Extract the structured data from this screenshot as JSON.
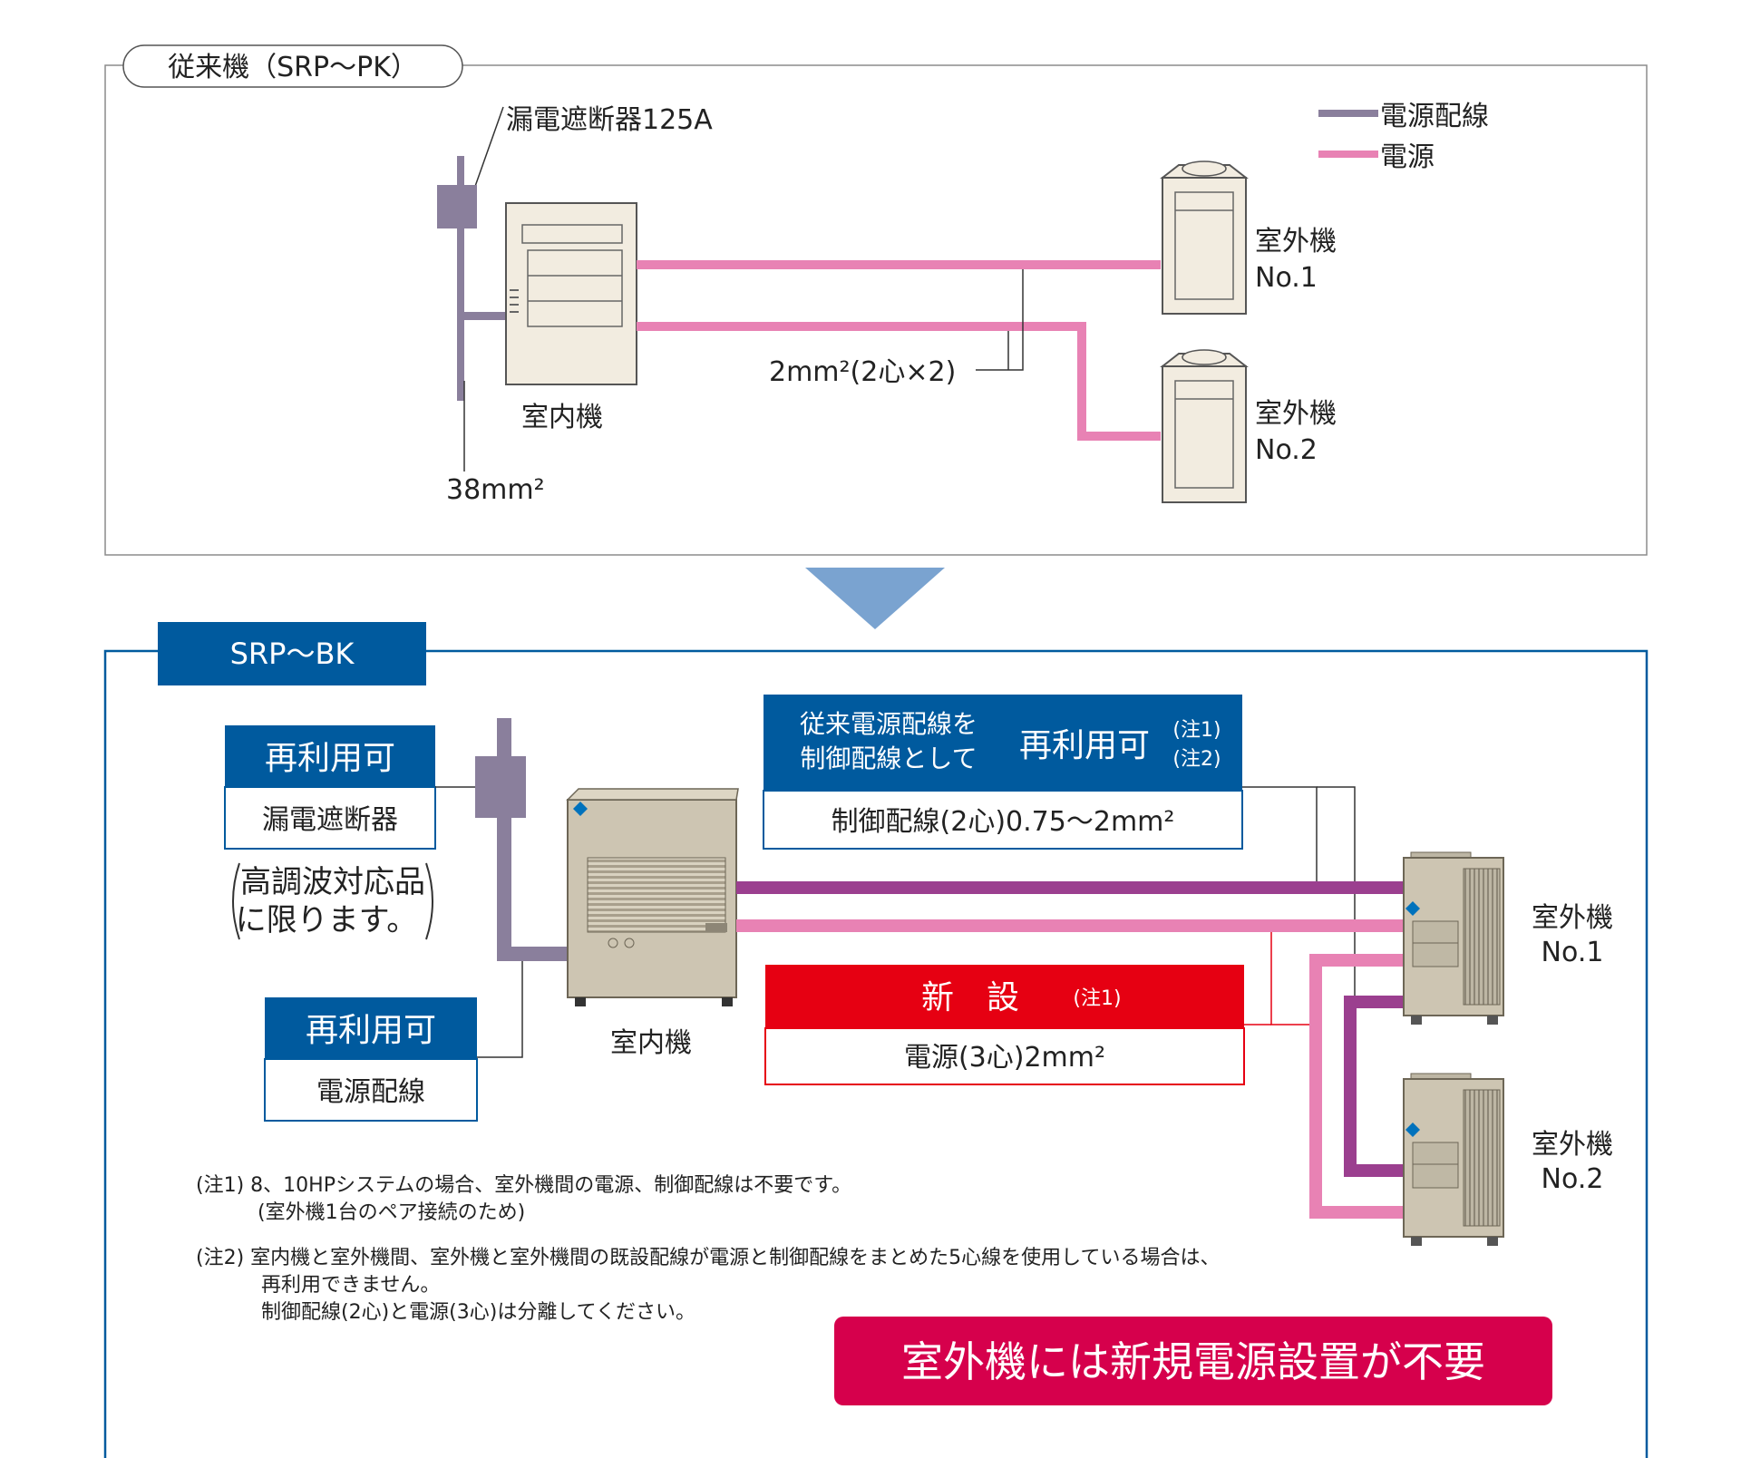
{
  "colors": {
    "power_wiring": "#8a7f9c",
    "power": "#e882b4",
    "control_purple": "#9b3f8f",
    "blue": "#005a9e",
    "red": "#e60012",
    "arrow": "#7aa3d0",
    "cta": "#d6004c",
    "unit_body": "#f2ece0",
    "unit_new": "#cdc5b2"
  },
  "top": {
    "title": "従来機（SRP〜PK）",
    "breaker_label": "漏電遮断器125A",
    "legend": [
      {
        "label": "電源配線",
        "color": "#8a7f9c"
      },
      {
        "label": "電源",
        "color": "#e882b4"
      }
    ],
    "cable_label": "2mm²(2心×2)",
    "main_cable_label": "38mm²",
    "indoor_label": "室内機",
    "outdoor1": {
      "line1": "室外機",
      "line2": "No.1"
    },
    "outdoor2": {
      "line1": "室外機",
      "line2": "No.2"
    }
  },
  "bottom": {
    "title": "SRP〜BK",
    "breaker_box": {
      "header": "再利用可",
      "body": "漏電遮断器",
      "note_line1": "高調波対応品",
      "note_line2": "に限ります。"
    },
    "wiring_box": {
      "header": "再利用可",
      "body": "電源配線"
    },
    "control_box": {
      "header_line1": "従来電源配線を",
      "header_line2": "制御配線として",
      "header_main": "再利用可",
      "note1": "(注1)",
      "note2": "(注2)",
      "body": "制御配線(2心)0.75〜2mm²"
    },
    "new_box": {
      "header": "新　設",
      "note": "(注1)",
      "body": "電源(3心)2mm²"
    },
    "indoor_label": "室内機",
    "outdoor1": {
      "line1": "室外機",
      "line2": "No.1"
    },
    "outdoor2": {
      "line1": "室外機",
      "line2": "No.2"
    },
    "notes": {
      "n1_line1": "(注1) 8、10HPシステムの場合、室外機間の電源、制御配線は不要です。",
      "n1_line2": "(室外機1台のペア接続のため)",
      "n2_line1": "(注2) 室内機と室外機間、室外機と室外機間の既設配線が電源と制御配線をまとめた5心線を使用している場合は、",
      "n2_line2": "再利用できません。",
      "n2_line3": "制御配線(2心)と電源(3心)は分離してください。"
    },
    "cta": "室外機には新規電源設置が不要"
  }
}
